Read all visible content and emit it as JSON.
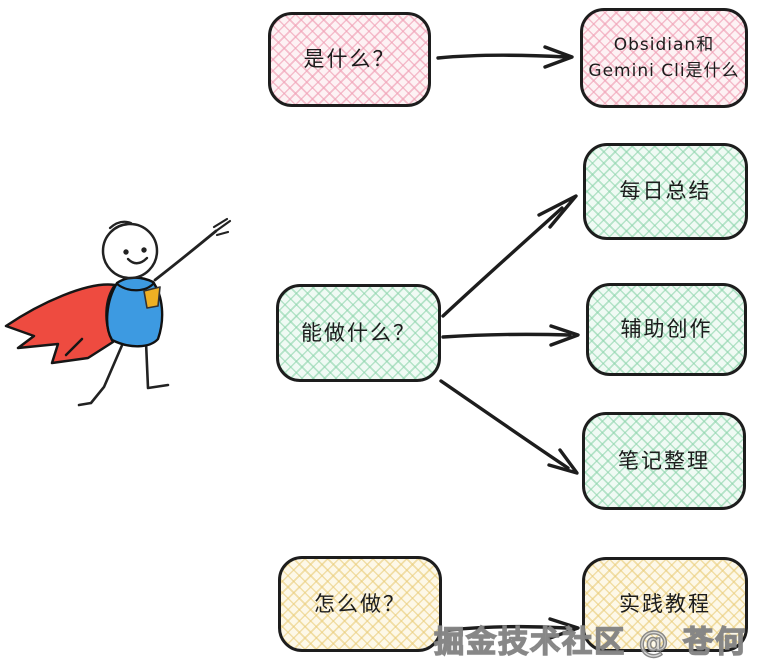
{
  "nodes": {
    "what_is": {
      "label": "是什么？"
    },
    "what_is_answer": {
      "label": "Obsidian和\nGemini Cli是什么"
    },
    "can_do": {
      "label": "能做什么？"
    },
    "daily_summary": {
      "label": "每日总结"
    },
    "assisted_creation": {
      "label": "辅助创作"
    },
    "note_organizing": {
      "label": "笔记整理"
    },
    "how_to": {
      "label": "怎么做？"
    },
    "practice_tutorial": {
      "label": "实践教程"
    }
  },
  "edges": [
    {
      "from": "what_is",
      "to": "what_is_answer"
    },
    {
      "from": "can_do",
      "to": "daily_summary"
    },
    {
      "from": "can_do",
      "to": "assisted_creation"
    },
    {
      "from": "can_do",
      "to": "note_organizing"
    },
    {
      "from": "how_to",
      "to": "practice_tutorial"
    }
  ],
  "watermark": {
    "text": "掘金技术社区 @ 苍何"
  },
  "colors": {
    "pink_fill": "#fdf2f4",
    "pink_line": "#f0a0b5",
    "green_fill": "#f0faf4",
    "green_line": "#8cd4ab",
    "yellow_fill": "#fdf8e8",
    "yellow_line": "#e9cc79",
    "outline": "#1d1d1d",
    "cape_red": "#ee4b40",
    "suit_blue": "#3d9ae1",
    "emblem_yellow": "#eeb024"
  }
}
